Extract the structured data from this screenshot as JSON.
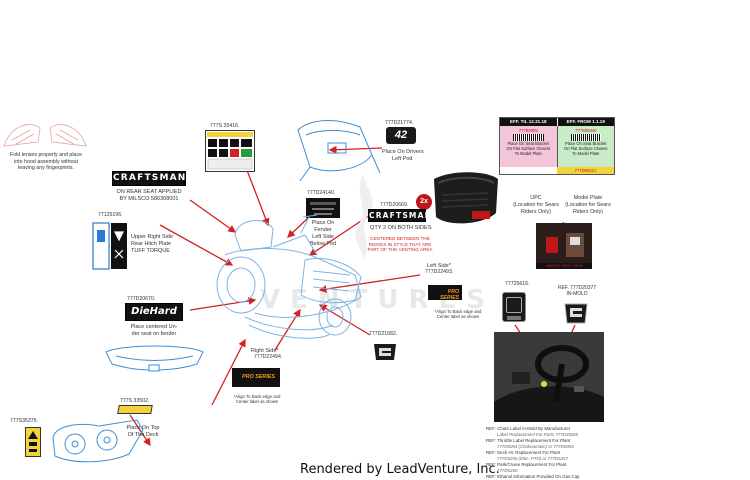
{
  "labels": {
    "fold_lenses": [
      "Fold lenses properly and place",
      "into hood assembly without",
      "leaving any fingerprints."
    ],
    "craftsman_logo": "CRAFTSMAN",
    "rear_seat": [
      "ON REAR SEAT APPLIED",
      "BY MILSCO 586308001"
    ],
    "part_771_25196": "77125196.",
    "hitch_plate": [
      "Upper Right Side",
      "Rear Hitch Plate",
      "TUFF TORQUE"
    ],
    "part_777_35416": "777S 35416.",
    "part_777_d21774": "777D21774.",
    "badge_42": "42",
    "drivers_pod": [
      "Place On Drivers",
      "Left Pod"
    ],
    "part_777_d24140": "777D24140.",
    "fender_left": [
      "Place On",
      "Fender",
      "Left Side",
      "Below Pod"
    ],
    "part_777_d20669": "777D20669.",
    "qty_2x": "2x",
    "qty_both_sides": "QTY 2 ON BOTH SIDES",
    "centered_note": [
      "CENTERED BETWEEN THE",
      "RIDGES IN STYLE THAT ARE",
      "PART OF THE VENTING AREA"
    ],
    "left_side": "Left Side*",
    "part_777_d22493": "777D22493.",
    "pro_series": "PRO SERIES",
    "align_left": [
      "*Align To Back edge and",
      "Center label as shown"
    ],
    "part_777_d20670": "777D20670.",
    "diehard": "DieHard",
    "diehard_note": [
      "Place centered Un-",
      "der seat on fender"
    ],
    "part_777_d21682": "777D21682.",
    "right_side": "Right Side*",
    "part_777_d22494": "777D22494.",
    "align_right": [
      "*Align To Back edge and",
      "Center label as shown"
    ],
    "part_777_33502": "777S 33502.",
    "deck_top": [
      "Place On Top",
      "Of The Deck"
    ],
    "part_777_35375": "777S35375.",
    "eff_til": "EFF. TIL 12.31.18",
    "eff_from": "EFF. FROM 1.1.19",
    "plate_left_pn": "77789905",
    "plate_right_pn": "777S05940",
    "plate_left_text": [
      "Place On Seat Bracket",
      "On Flat Surface Closest",
      "To Model Plate"
    ],
    "plate_right_text": [
      "Place On Seat Bracket",
      "On Flat Surface Closest",
      "To Model Plate"
    ],
    "plate_footer": "777D06221",
    "upc": [
      "UPC",
      "(Location for Sears",
      "Riders Only)"
    ],
    "model_plate": [
      "Model Plate",
      "(Location for Sears",
      "Riders Only)"
    ],
    "under_seat_view": "UNDER SEAT VIEW",
    "part_777_25616": "77725616.",
    "ref_777_d20377": [
      "REF. 777D20377",
      "IN-MOLD"
    ],
    "watermark": "VENTURES",
    "footer": "Rendered by LeadVenture, Inc."
  },
  "refs": [
    {
      "main": "REF: Chute Label In-Mold By Manufacturer",
      "sub": "Label Replacement For Parts 777D29285"
    },
    {
      "main": "REF: Throttle Label Replacement For Plant",
      "sub": "777D5054 (Chokeamatic) or 777D5055"
    },
    {
      "main": "REF: Deck Ht. Replacement For Plant",
      "sub": "777D5256 (Elec. PTO) or 777D5257"
    },
    {
      "main": "REF: Park/Cruise Replacement For Plant",
      "sub": "777D5250"
    },
    {
      "main": "REF: Ethanol Information Provided On Gas Cap",
      "sub": ""
    }
  ],
  "colors": {
    "accent_red": "#d42020",
    "line_blue": "#3b8fd8",
    "plate_pink": "#f4c4d8",
    "plate_green": "#c9ecc8",
    "pro_orange": "#f39a1e",
    "decal_yellow": "#f2d33a"
  }
}
